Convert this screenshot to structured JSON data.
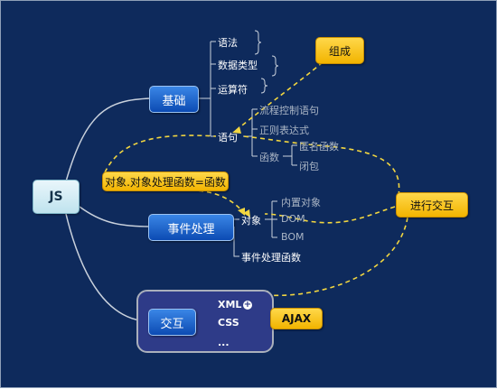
{
  "root": {
    "label": "JS"
  },
  "branches": {
    "basics": {
      "label": "基础",
      "children": {
        "syntax": "语法",
        "datatypes": "数据类型",
        "operators": "运算符",
        "statements": "语句",
        "statement_children": {
          "flow": "流程控制语句",
          "regex": "正则表达式",
          "function": "函数",
          "function_children": {
            "anonymous": "匿名函数",
            "closure": "闭包"
          }
        }
      }
    },
    "events": {
      "label": "事件处理",
      "children": {
        "object": "对象",
        "object_children": {
          "builtin": "内置对象",
          "dom": "DOM",
          "bom": "BOM"
        },
        "handler": "事件处理函数"
      }
    },
    "interaction": {
      "label": "交互",
      "children": {
        "xml": "XML",
        "css": "CSS",
        "more": "..."
      }
    }
  },
  "callouts": {
    "composition": "组成",
    "object_eq": "对象.对象处理函数=函数",
    "interact": "进行交互",
    "ajax": "AJAX"
  },
  "colors": {
    "background": "#0e2a5c",
    "main_topic": "#1a5fd0",
    "callout": "#f7c623",
    "dashed_link": "#f2d640",
    "root": "#d8eef6"
  }
}
